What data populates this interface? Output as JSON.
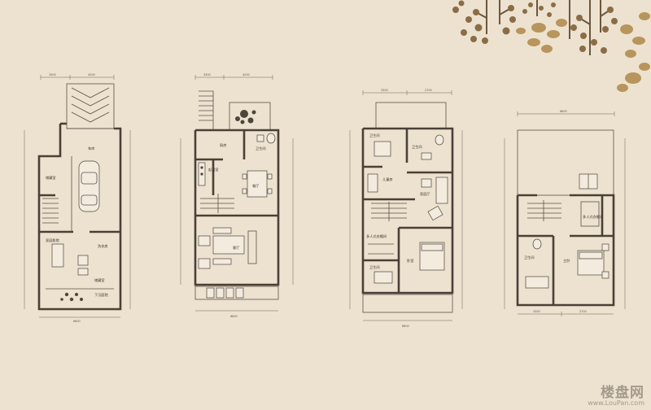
{
  "colors": {
    "background": "#ede2cf",
    "wall": "#4a4037",
    "leaf_dark": "#8a6d46",
    "leaf_gold": "#b7955c"
  },
  "watermark": {
    "title": "楼盘网",
    "url": "www.LouPan.com"
  },
  "floors": [
    {
      "id": "floor-1",
      "rooms": [
        "车库",
        "储藏室",
        "家庭影院",
        "洗衣房",
        "储藏室",
        "下沉庭院"
      ],
      "dims_top": [
        "3300",
        "4200"
      ],
      "dims_bottom": [
        "6600"
      ]
    },
    {
      "id": "floor-2",
      "rooms": [
        "厨房",
        "卫生间",
        "餐厅",
        "客厅",
        "起居室"
      ],
      "dims_top": [
        "3300",
        "4200"
      ],
      "dims_bottom": [
        "6600"
      ]
    },
    {
      "id": "floor-3",
      "rooms": [
        "卫生间",
        "卫生间",
        "儿童房",
        "家庭厅",
        "多人式衣帽间",
        "卧室",
        "卫生间"
      ],
      "dims_top": [
        "3300",
        "2700"
      ],
      "dims_bottom": [
        "6600"
      ]
    },
    {
      "id": "floor-4",
      "rooms": [
        "多人式衣帽间",
        "卫生间",
        "主卧"
      ],
      "dims_top": [
        "6600"
      ],
      "dims_bottom": [
        "3300",
        "2700"
      ]
    }
  ]
}
